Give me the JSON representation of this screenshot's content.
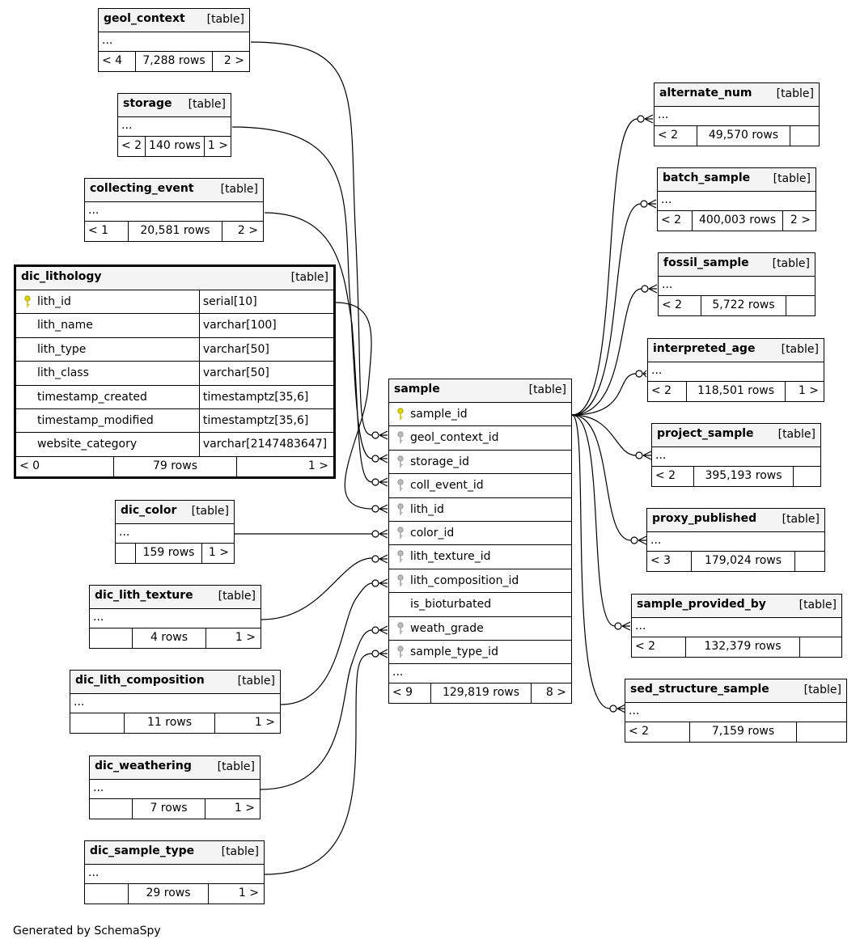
{
  "footer": "Generated by SchemaSpy",
  "ellipsis": "...",
  "tables": {
    "geol_context": {
      "name": "geol_context",
      "tag": "[table]",
      "f1": "< 4",
      "f2": "7,288 rows",
      "f3": "2 >"
    },
    "storage": {
      "name": "storage",
      "tag": "[table]",
      "f1": "< 2",
      "f2": "140 rows",
      "f3": "1 >"
    },
    "collecting_event": {
      "name": "collecting_event",
      "tag": "[table]",
      "f1": "< 1",
      "f2": "20,581 rows",
      "f3": "2 >"
    },
    "dic_lithology": {
      "name": "dic_lithology",
      "tag": "[table]",
      "columns": [
        {
          "name": "lith_id",
          "type": "serial[10]",
          "key": "primary"
        },
        {
          "name": "lith_name",
          "type": "varchar[100]",
          "key": ""
        },
        {
          "name": "lith_type",
          "type": "varchar[50]",
          "key": ""
        },
        {
          "name": "lith_class",
          "type": "varchar[50]",
          "key": ""
        },
        {
          "name": "timestamp_created",
          "type": "timestamptz[35,6]",
          "key": ""
        },
        {
          "name": "timestamp_modified",
          "type": "timestamptz[35,6]",
          "key": ""
        },
        {
          "name": "website_category",
          "type": "varchar[2147483647]",
          "key": ""
        }
      ],
      "f1": "< 0",
      "f2": "79 rows",
      "f3": "1 >"
    },
    "dic_color": {
      "name": "dic_color",
      "tag": "[table]",
      "f1": "",
      "f2": "159 rows",
      "f3": "1 >"
    },
    "dic_lith_texture": {
      "name": "dic_lith_texture",
      "tag": "[table]",
      "f1": "",
      "f2": "4 rows",
      "f3": "1 >"
    },
    "dic_lith_composition": {
      "name": "dic_lith_composition",
      "tag": "[table]",
      "f1": "",
      "f2": "11 rows",
      "f3": "1 >"
    },
    "dic_weathering": {
      "name": "dic_weathering",
      "tag": "[table]",
      "f1": "",
      "f2": "7 rows",
      "f3": "1 >"
    },
    "dic_sample_type": {
      "name": "dic_sample_type",
      "tag": "[table]",
      "f1": "",
      "f2": "29 rows",
      "f3": "1 >"
    },
    "sample": {
      "name": "sample",
      "tag": "[table]",
      "columns": [
        {
          "name": "sample_id",
          "key": "primary"
        },
        {
          "name": "geol_context_id",
          "key": "foreign"
        },
        {
          "name": "storage_id",
          "key": "foreign"
        },
        {
          "name": "coll_event_id",
          "key": "foreign"
        },
        {
          "name": "lith_id",
          "key": "foreign"
        },
        {
          "name": "color_id",
          "key": "foreign"
        },
        {
          "name": "lith_texture_id",
          "key": "foreign"
        },
        {
          "name": "lith_composition_id",
          "key": "foreign"
        },
        {
          "name": "is_bioturbated",
          "key": ""
        },
        {
          "name": "weath_grade",
          "key": "foreign"
        },
        {
          "name": "sample_type_id",
          "key": "foreign"
        }
      ],
      "f1": "< 9",
      "f2": "129,819 rows",
      "f3": "8 >"
    },
    "alternate_num": {
      "name": "alternate_num",
      "tag": "[table]",
      "f1": "< 2",
      "f2": "49,570 rows",
      "f3": ""
    },
    "batch_sample": {
      "name": "batch_sample",
      "tag": "[table]",
      "f1": "< 2",
      "f2": "400,003 rows",
      "f3": "2 >"
    },
    "fossil_sample": {
      "name": "fossil_sample",
      "tag": "[table]",
      "f1": "< 2",
      "f2": "5,722 rows",
      "f3": ""
    },
    "interpreted_age": {
      "name": "interpreted_age",
      "tag": "[table]",
      "f1": "< 2",
      "f2": "118,501 rows",
      "f3": "1 >"
    },
    "project_sample": {
      "name": "project_sample",
      "tag": "[table]",
      "f1": "< 2",
      "f2": "395,193 rows",
      "f3": ""
    },
    "proxy_published": {
      "name": "proxy_published",
      "tag": "[table]",
      "f1": "< 3",
      "f2": "179,024 rows",
      "f3": ""
    },
    "sample_provided_by": {
      "name": "sample_provided_by",
      "tag": "[table]",
      "f1": "< 2",
      "f2": "132,379 rows",
      "f3": ""
    },
    "sed_structure_sample": {
      "name": "sed_structure_sample",
      "tag": "[table]",
      "f1": "< 2",
      "f2": "7,159 rows",
      "f3": ""
    }
  }
}
